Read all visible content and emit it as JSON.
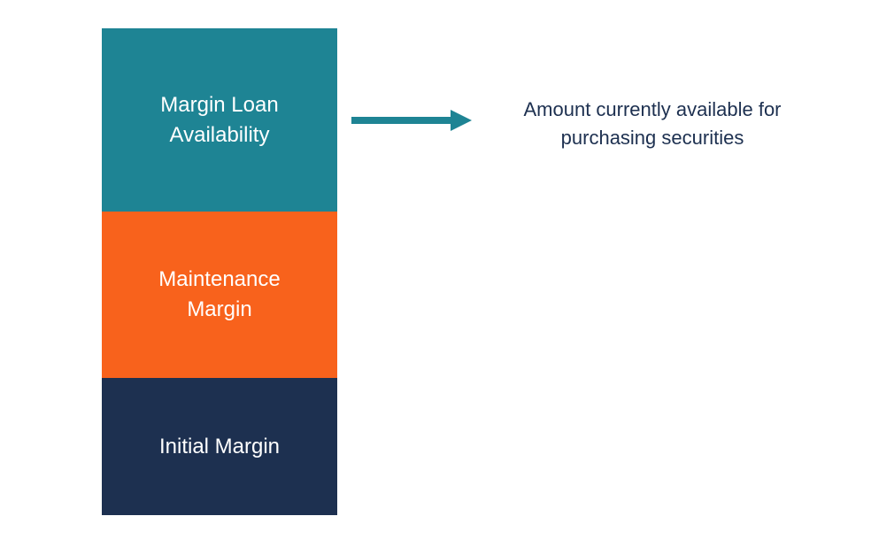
{
  "diagram": {
    "blocks": [
      {
        "id": "margin-loan-availability",
        "label": "Margin Loan\nAvailability",
        "color": "#1E8494"
      },
      {
        "id": "maintenance-margin",
        "label": "Maintenance\nMargin",
        "color": "#F8621C"
      },
      {
        "id": "initial-margin",
        "label": "Initial Margin",
        "color": "#1D3050"
      }
    ],
    "arrow": {
      "color": "#1E8494",
      "points_from": "margin-loan-availability"
    },
    "annotation": {
      "text": "Amount currently available for\npurchasing securities",
      "color": "#1D3050"
    }
  }
}
